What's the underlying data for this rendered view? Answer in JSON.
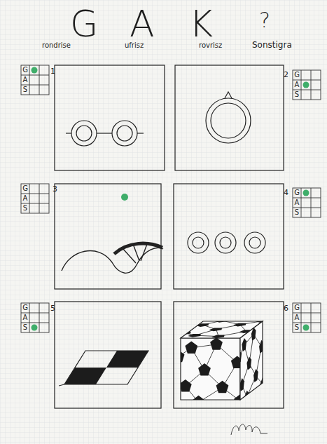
{
  "diagram": {
    "nodes": [
      {
        "text": [
          "G",
          "A",
          "S"
        ]
      },
      {
        "text": [
          "G",
          "A",
          "S"
        ]
      },
      {
        "text": [
          "G",
          "A",
          "S"
        ]
      },
      {
        "text": [
          "G",
          "A",
          "S"
        ]
      },
      {
        "text": [
          "G",
          "A",
          "S"
        ]
      },
      {
        "text": [
          "G",
          "A",
          "S"
        ]
      }
    ],
    "labels": [
      "G",
      "A",
      "K",
      "?",
      "rondrise",
      "ufrisz",
      "rovrisz",
      "Sonstigra",
      "1",
      "2",
      "3",
      "4",
      "5",
      "6"
    ]
  }
}
